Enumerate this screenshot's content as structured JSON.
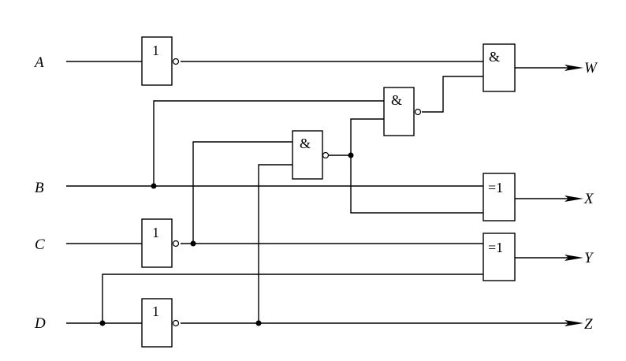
{
  "inputs": {
    "a": "A",
    "b": "B",
    "c": "C",
    "d": "D"
  },
  "outputs": {
    "w": "W",
    "x": "X",
    "y": "Y",
    "z": "Z"
  },
  "gates": {
    "not_a": "1",
    "not_c": "1",
    "not_d": "1",
    "nand_mid": "&",
    "nand_top": "&",
    "and_out": "&",
    "xor_x": "=1",
    "xor_y": "=1"
  }
}
